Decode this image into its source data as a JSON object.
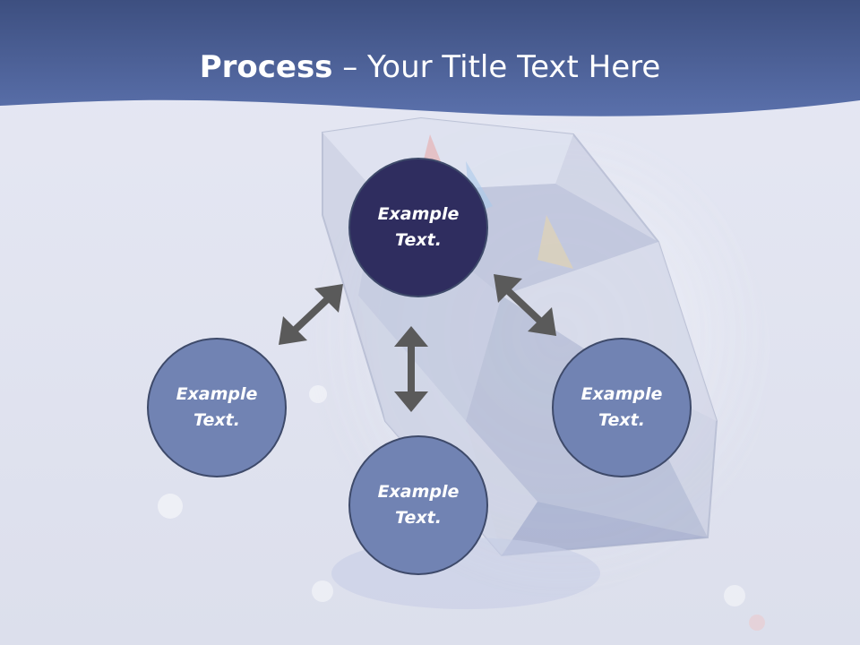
{
  "slide": {
    "title_bold": "Process",
    "title_rest": " – Your Title Text Here",
    "header_color": "#4a5f97",
    "background_color": "#e3e6f1"
  },
  "diagram": {
    "nodes": [
      {
        "id": "top",
        "line1": "Example",
        "line2": "Text.",
        "color": "#2f2d5f"
      },
      {
        "id": "left",
        "line1": "Example",
        "line2": "Text.",
        "color": "#7183b3"
      },
      {
        "id": "right",
        "line1": "Example",
        "line2": "Text.",
        "color": "#7183b3"
      },
      {
        "id": "bottom",
        "line1": "Example",
        "line2": "Text.",
        "color": "#7183b3"
      }
    ],
    "arrows": [
      {
        "from": "top",
        "to": "left",
        "style": "double-headed",
        "color": "#5a5a5a"
      },
      {
        "from": "top",
        "to": "bottom",
        "style": "double-headed",
        "color": "#5a5a5a"
      },
      {
        "from": "top",
        "to": "right",
        "style": "double-headed",
        "color": "#5a5a5a"
      }
    ],
    "background_image": "diamond-icon"
  }
}
